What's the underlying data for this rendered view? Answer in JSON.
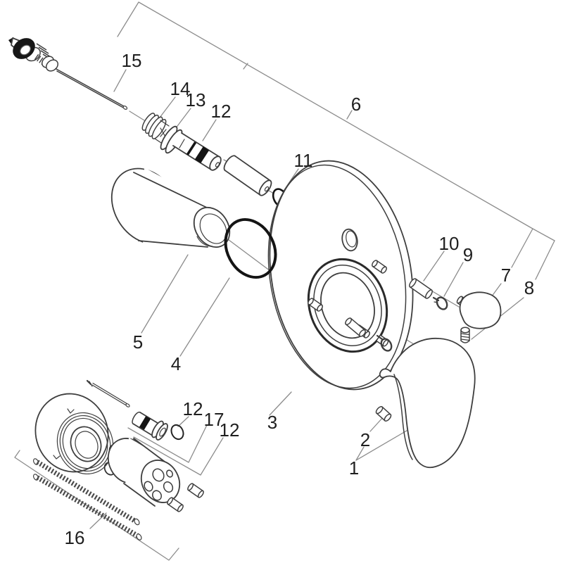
{
  "diagram": {
    "type": "exploded-parts-diagram",
    "background": "#ffffff",
    "colors": {
      "outline": "#3e3e3e",
      "leader": "#8c8c8c",
      "accent_black": "#141414",
      "label_text": "#1f1f1f"
    },
    "labels": [
      {
        "id": "part-1",
        "text": "1"
      },
      {
        "id": "part-2",
        "text": "2"
      },
      {
        "id": "part-3",
        "text": "3"
      },
      {
        "id": "part-4",
        "text": "4"
      },
      {
        "id": "part-5",
        "text": "5"
      },
      {
        "id": "part-6",
        "text": "6"
      },
      {
        "id": "part-7",
        "text": "7"
      },
      {
        "id": "part-8",
        "text": "8"
      },
      {
        "id": "part-9",
        "text": "9"
      },
      {
        "id": "part-10",
        "text": "10"
      },
      {
        "id": "part-11",
        "text": "11"
      },
      {
        "id": "part-12-top",
        "text": "12"
      },
      {
        "id": "part-13",
        "text": "13"
      },
      {
        "id": "part-14",
        "text": "14"
      },
      {
        "id": "part-15",
        "text": "15"
      },
      {
        "id": "part-16",
        "text": "16"
      },
      {
        "id": "part-17",
        "text": "17"
      },
      {
        "id": "part-12-bottom-left",
        "text": "12"
      },
      {
        "id": "part-12-bottom-right",
        "text": "12"
      }
    ]
  }
}
